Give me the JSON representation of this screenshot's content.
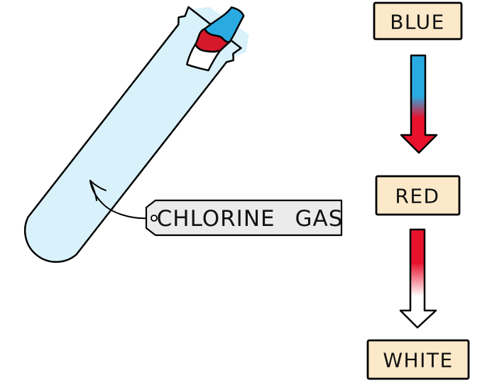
{
  "diagram": {
    "kind": "litmus-paper-in-chlorine-gas",
    "tag_label": "CHLORINE GAS",
    "stages": [
      {
        "label": "BLUE",
        "color": "#29abe2"
      },
      {
        "label": "RED",
        "color": "#e8122d"
      },
      {
        "label": "WHITE",
        "color": "#ffffff"
      }
    ],
    "colors": {
      "tube_fill": "#d9f1fa",
      "litmus_blue": "#29abe2",
      "litmus_red": "#d6182b",
      "litmus_white": "#ffffff",
      "label_box_fill": "#fce9c9",
      "tag_fill": "#ebebeb",
      "outline": "#000000"
    }
  }
}
